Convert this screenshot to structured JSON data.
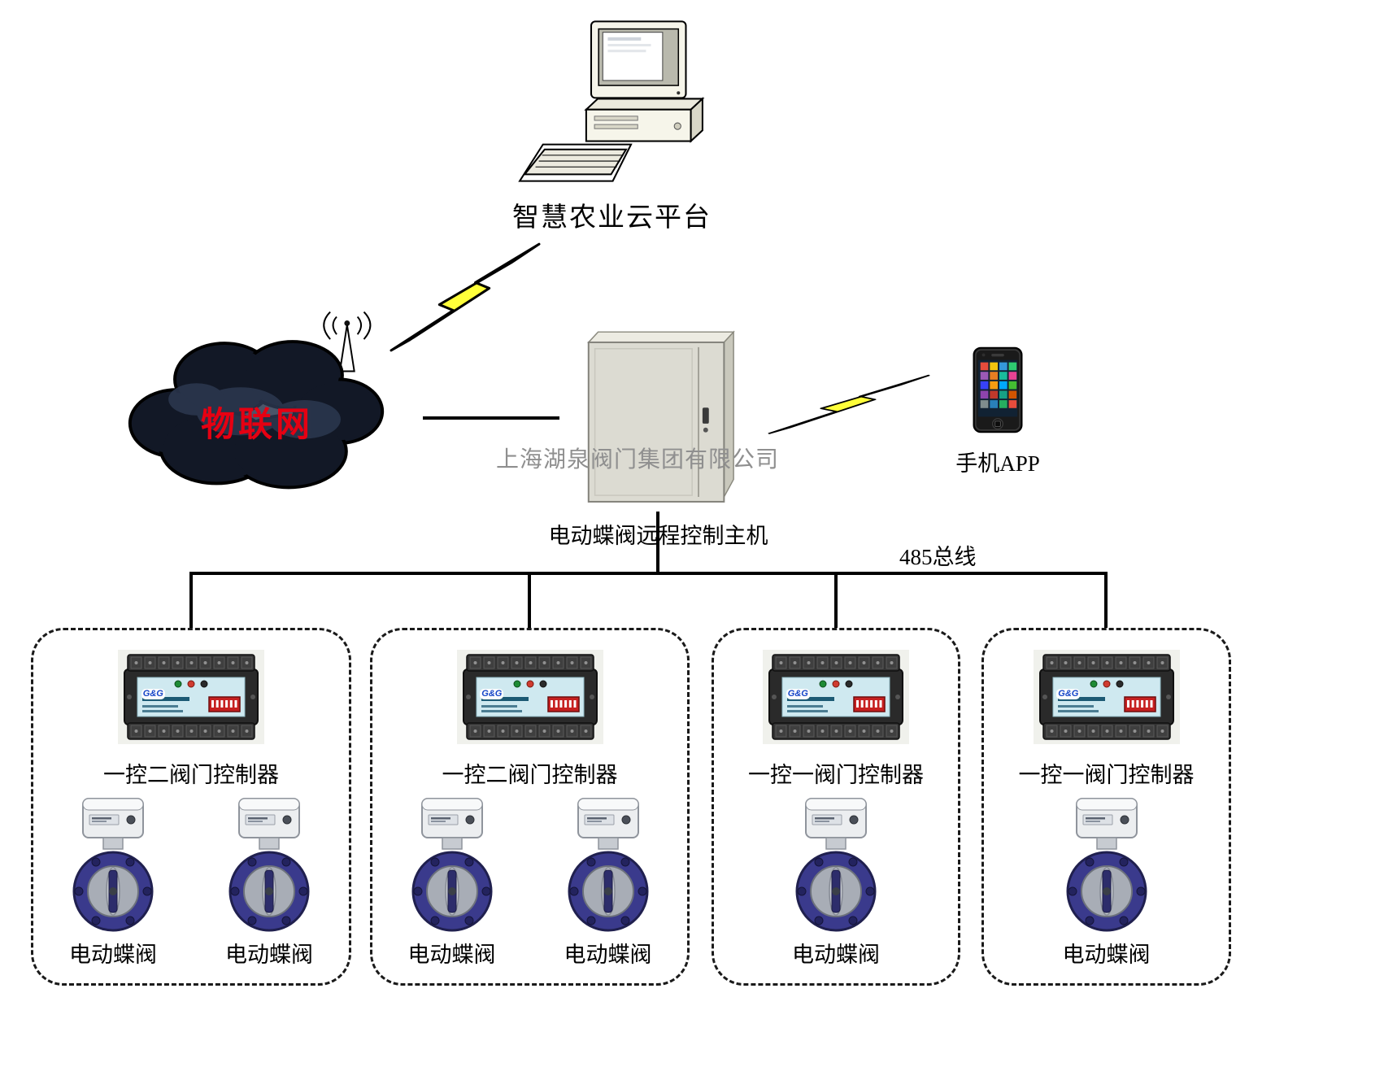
{
  "colors": {
    "bolt-yellow": "#ffff3a",
    "iot-red": "#e60012",
    "valve-navy": "#3a3a8c",
    "panel-cyan": "#cfe9f0",
    "dip-red": "#c62020",
    "watermark-gray": "#8f8f8f"
  },
  "top": {
    "platform_label": "智慧农业云平台"
  },
  "cloud": {
    "label": "物联网"
  },
  "host": {
    "label": "电动蝶阀远程控制主机",
    "watermark": "上海湖泉阀门集团有限公司"
  },
  "phone": {
    "label": "手机APP"
  },
  "bus": {
    "label": "485总线"
  },
  "controller": {
    "logo": "G&G"
  },
  "groups": [
    {
      "controller_label": "一控二阀门控制器",
      "valves": [
        "电动蝶阀",
        "电动蝶阀"
      ]
    },
    {
      "controller_label": "一控二阀门控制器",
      "valves": [
        "电动蝶阀",
        "电动蝶阀"
      ]
    },
    {
      "controller_label": "一控一阀门控制器",
      "valves": [
        "电动蝶阀"
      ]
    },
    {
      "controller_label": "一控一阀门控制器",
      "valves": [
        "电动蝶阀"
      ]
    }
  ]
}
